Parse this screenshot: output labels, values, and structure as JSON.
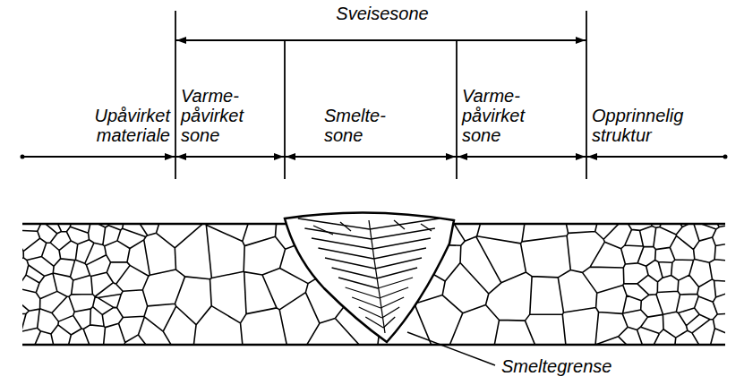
{
  "diagram": {
    "labels": [
      "Sveisesone",
      "Upåvirket materiale",
      "Varme- påvirket sone",
      "Smelte- sone",
      "Varme- påvirket sone",
      "Opprinnelig struktur",
      "Smeltegrense"
    ]
  }
}
